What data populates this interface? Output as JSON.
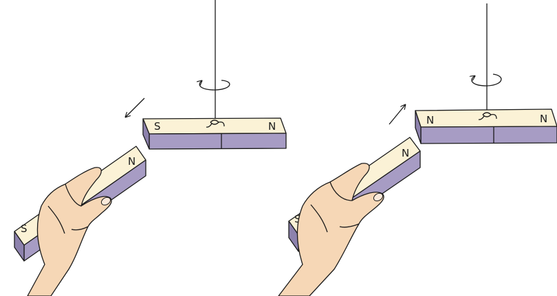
{
  "panels": [
    {
      "id": "left",
      "suspended_magnet": {
        "left_pole": "S",
        "right_pole": "N"
      },
      "handheld_magnet": {
        "upper_pole": "N",
        "lower_pole": "S"
      },
      "rotation_indicator": "rotate-arrow-icon",
      "motion_arrow": "arrow-down-left-icon"
    },
    {
      "id": "right",
      "suspended_magnet": {
        "left_pole": "N",
        "right_pole": "N"
      },
      "handheld_magnet": {
        "upper_pole": "N",
        "lower_pole": "S"
      },
      "rotation_indicator": "rotate-arrow-icon",
      "motion_arrow": "arrow-up-right-icon"
    }
  ]
}
